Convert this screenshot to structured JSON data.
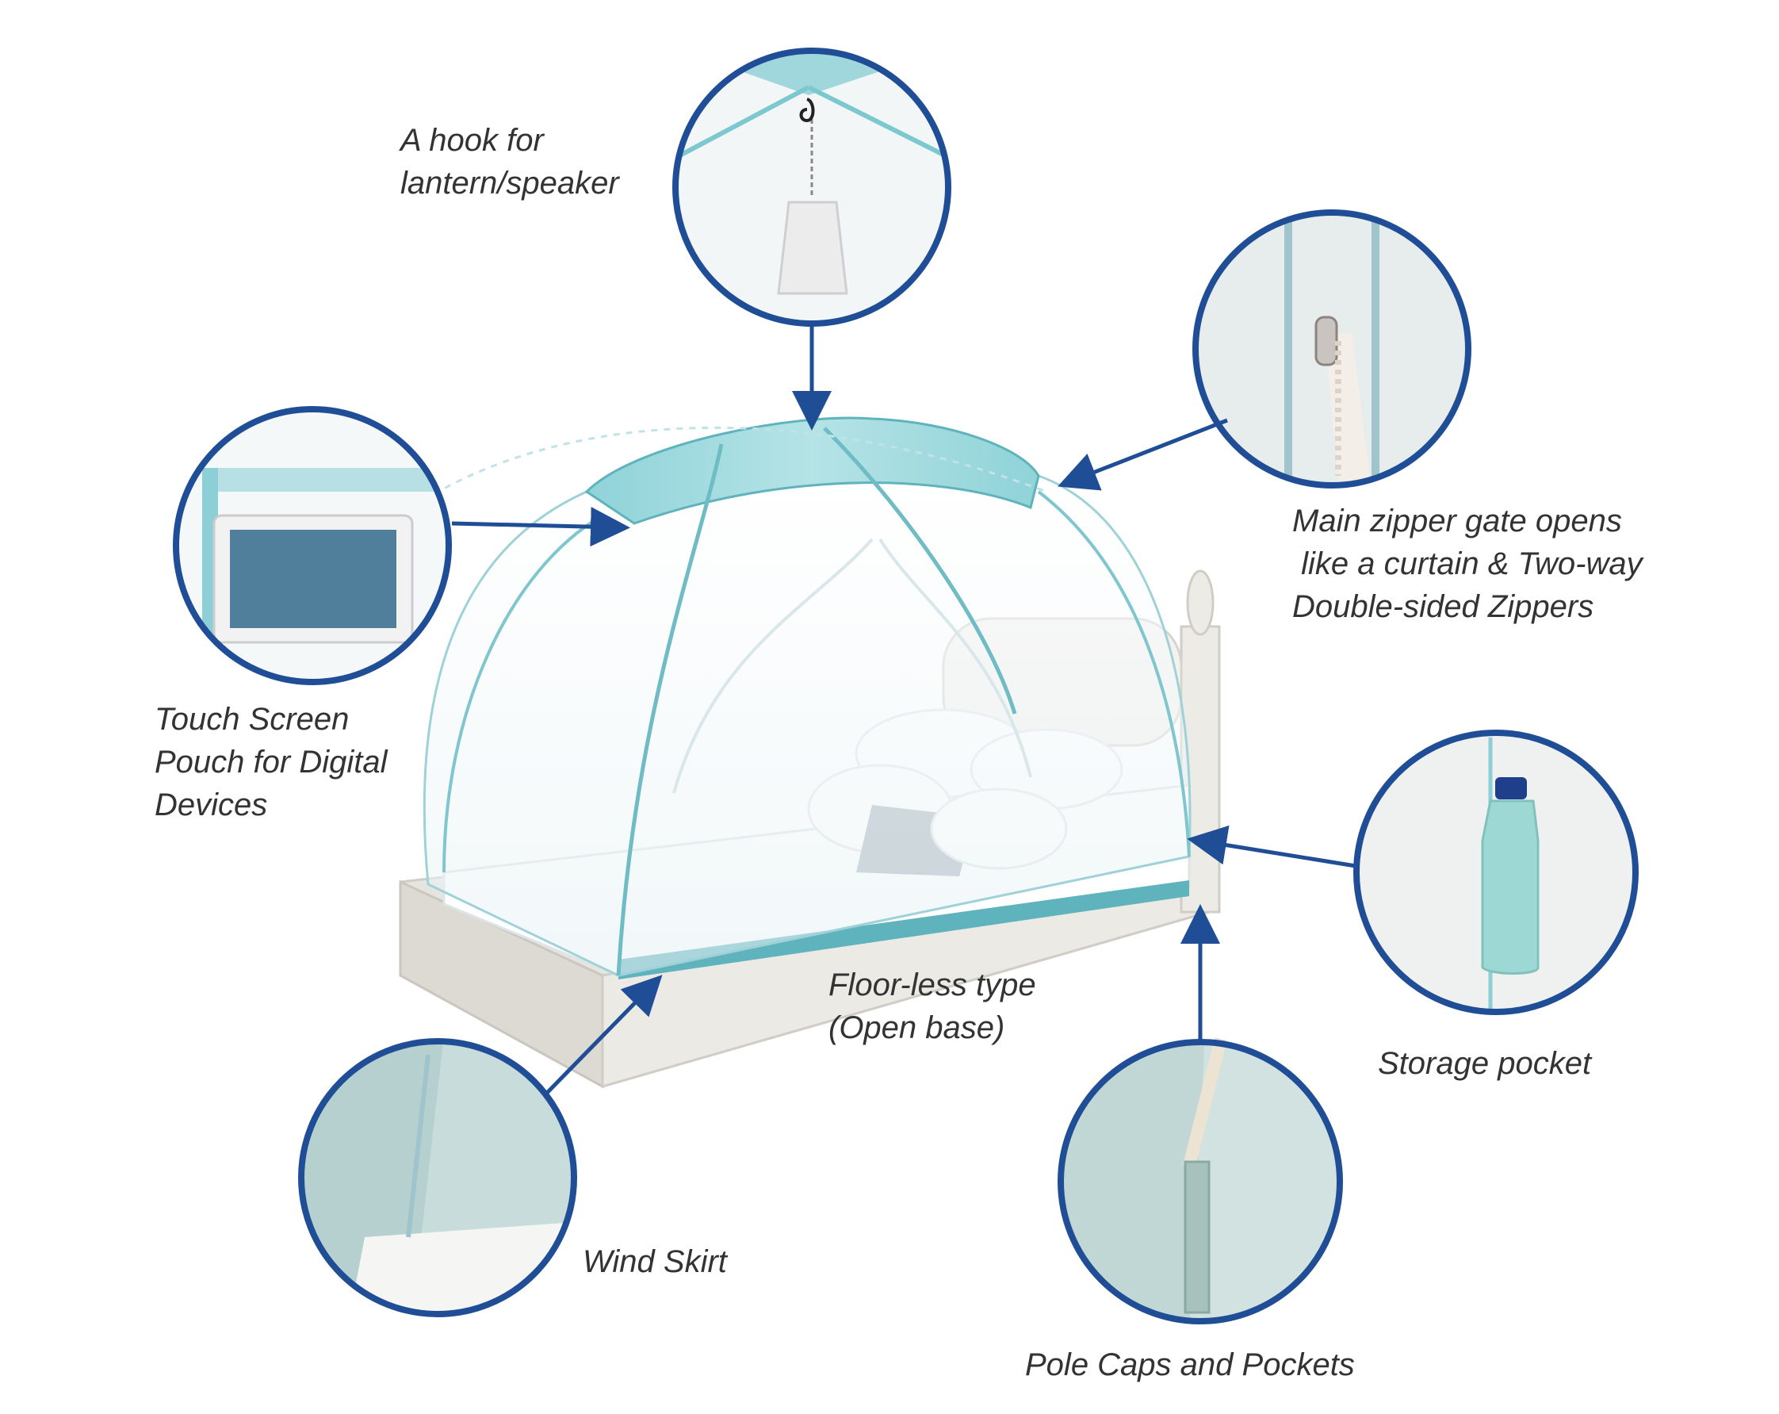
{
  "colors": {
    "callout_ring": "#1f4e96",
    "arrow": "#1f4e96",
    "label_text": "#333333",
    "tent_canopy": "#7cc8cf",
    "tent_trim": "#5fb3bd",
    "mesh": "#eef6f8",
    "bed_frame": "#e4e2dc",
    "bedding": "#ffffff"
  },
  "callouts": {
    "hook": {
      "lines": [
        "A hook for",
        "lantern/speaker"
      ],
      "icon": "hook-lantern-icon"
    },
    "zipper": {
      "lines": [
        "Main zipper gate opens",
        " like a curtain & Two-way",
        "Double-sided Zippers"
      ],
      "icon": "zipper-icon"
    },
    "touch": {
      "lines": [
        "Touch Screen",
        "Pouch for Digital",
        "Devices"
      ],
      "icon": "tablet-icon"
    },
    "storage": {
      "lines": [
        "Storage pocket"
      ],
      "icon": "water-bottle-icon"
    },
    "floor": {
      "lines": [
        "Floor-less type",
        "(Open base)"
      ]
    },
    "wind": {
      "lines": [
        "Wind Skirt"
      ],
      "icon": "fabric-skirt-icon"
    },
    "pole": {
      "lines": [
        "Pole Caps and Pockets"
      ],
      "icon": "pole-cap-icon"
    }
  }
}
